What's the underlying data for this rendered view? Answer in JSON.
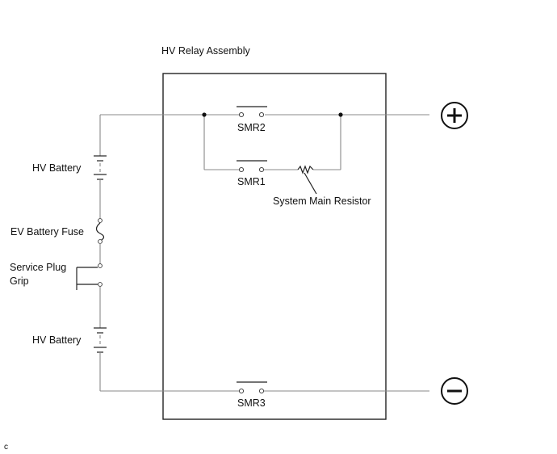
{
  "diagram": {
    "assembly_label": "HV Relay Assembly",
    "relays": {
      "smr1": "SMR1",
      "smr2": "SMR2",
      "smr3": "SMR3"
    },
    "resistor_label": "System Main Resistor",
    "battery_upper_label": "HV Battery",
    "battery_lower_label": "HV Battery",
    "fuse_label": "EV Battery Fuse",
    "service_plug_label_line1": "Service Plug",
    "service_plug_label_line2": "Grip",
    "terminals": {
      "positive": "+",
      "negative": "−"
    },
    "corner_mark": "c"
  }
}
